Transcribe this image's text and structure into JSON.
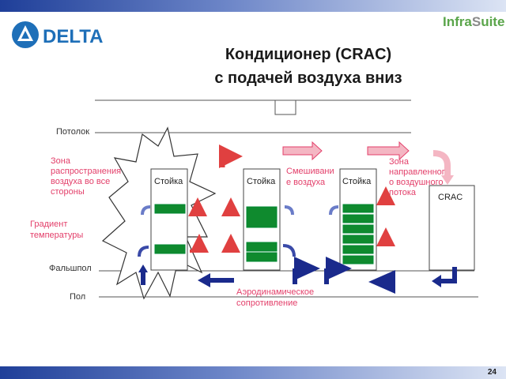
{
  "header": {
    "brand_logo_text": "DELTA",
    "brand_suite_prefix": "Infra",
    "brand_suite_s": "S",
    "brand_suite_suffix": "uite",
    "title_line1": "Кондиционер (CRAC)",
    "title_line2": "с подачей воздуха вниз"
  },
  "diagram": {
    "label_ceiling": "Потолок",
    "label_raised_floor": "Фальшпол",
    "label_floor": "Пол",
    "zone_spread_lines": [
      "Зона",
      "распространения",
      "воздуха во все",
      "стороны"
    ],
    "temp_gradient_lines": [
      "Градиент",
      "температуры"
    ],
    "mixing_lines": [
      "Смешивани",
      "е воздуха"
    ],
    "directed_zone_lines": [
      "Зона",
      "направленног",
      "о воздушного",
      "потока"
    ],
    "aero_lines": [
      "Аэродинамическое",
      "сопротивление"
    ],
    "rack_label": "Стойка",
    "crac_label": "CRAC"
  },
  "colors": {
    "accent_pink": "#e33f6a",
    "navy": "#1a2a8c",
    "green": "#0f8a2e",
    "red_arrow": "#e04040"
  },
  "footer": {
    "page_number": "24"
  }
}
